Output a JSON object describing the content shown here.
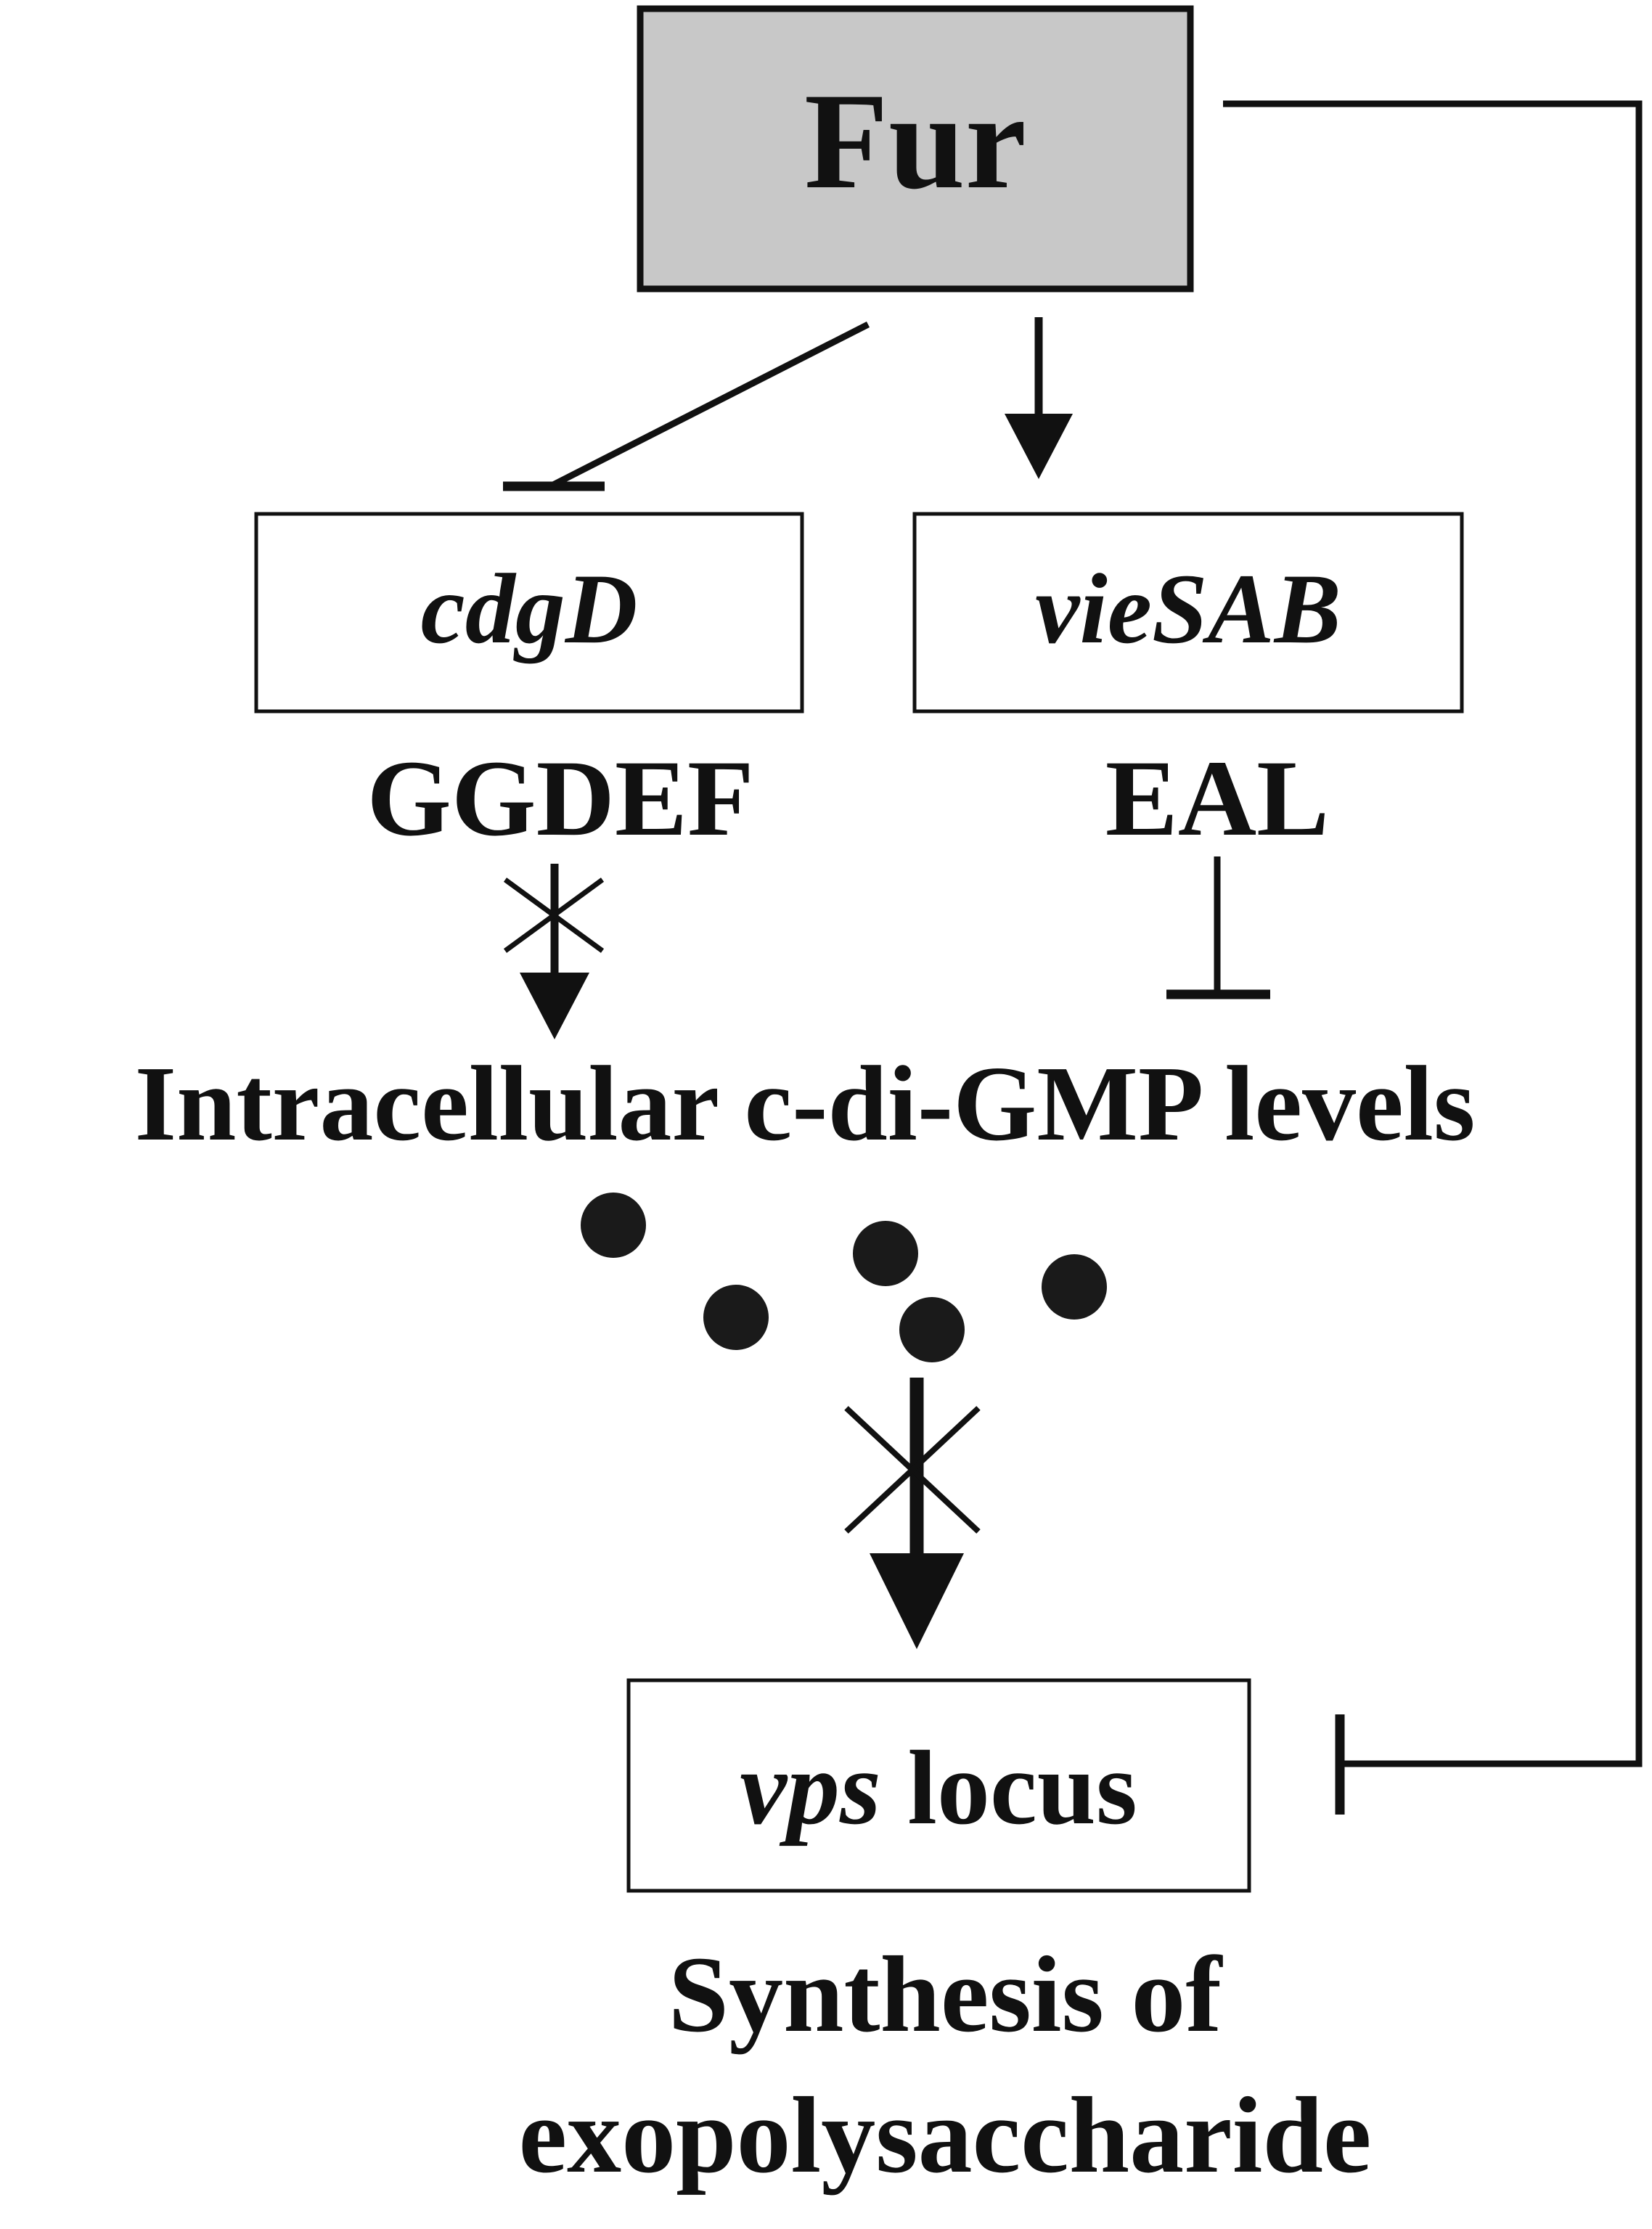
{
  "nodes": {
    "fur": {
      "label": "Fur",
      "fill": "#c8c8c8"
    },
    "cdgd": {
      "label": "cdgD",
      "domain": "GGDEF"
    },
    "viesab": {
      "label": "vieSAB",
      "domain": "EAL"
    },
    "cdigmp": {
      "label": "Intracellular c-di-GMP levels"
    },
    "vps": {
      "label_italic": "vps",
      "label_rest": " locus"
    },
    "output": {
      "line1": "Synthesis of",
      "line2": "exopolysaccharide"
    }
  },
  "colors": {
    "ink": "#111111",
    "box_fill": "#ffffff",
    "fur_fill": "#c8c8c8",
    "background": "#ffffff"
  },
  "edges": [
    {
      "from": "fur",
      "to": "cdgd",
      "kind": "repression"
    },
    {
      "from": "fur",
      "to": "viesab",
      "kind": "activation"
    },
    {
      "from": "cdgd",
      "to": "cdigmp",
      "kind": "activation"
    },
    {
      "from": "viesab",
      "to": "cdigmp",
      "kind": "repression"
    },
    {
      "from": "cdigmp",
      "to": "vps",
      "kind": "activation"
    },
    {
      "from": "fur",
      "to": "vps",
      "kind": "repression"
    }
  ]
}
